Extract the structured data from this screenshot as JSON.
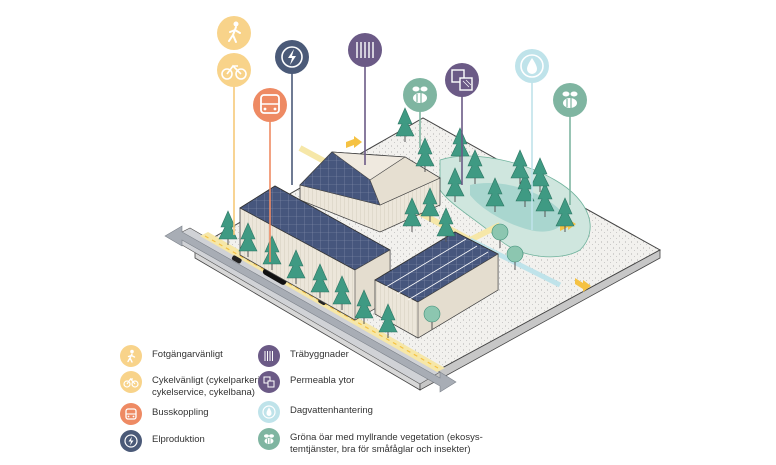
{
  "colors": {
    "pedestrian": "#f8d38a",
    "bike": "#f8d38a",
    "bus": "#ee8a63",
    "energy": "#4b5a78",
    "timber": "#6b5a86",
    "permeable": "#6b5a86",
    "stormwater": "#bfe3ea",
    "greenery": "#7fb5a1",
    "solar": "#46567d",
    "wood": "#e9e2d3",
    "tree": "#3f9a83",
    "path": "#f6e7a8",
    "arrow": "#f5c243",
    "road": "#9aa0a8"
  },
  "legend": [
    {
      "icon": "pedestrian-icon",
      "color_key": "pedestrian",
      "lines": [
        "Fotgängarvänligt"
      ]
    },
    {
      "icon": "bicycle-icon",
      "color_key": "bike",
      "lines": [
        "Cykelvänligt (cykelparkering,",
        "cykelservice, cykelbana)"
      ]
    },
    {
      "icon": "bus-icon",
      "color_key": "bus",
      "lines": [
        "Busskoppling"
      ]
    },
    {
      "icon": "lightning-icon",
      "color_key": "energy",
      "lines": [
        "Elproduktion"
      ]
    },
    {
      "icon": "timber-icon",
      "color_key": "timber",
      "lines": [
        "Träbyggnader"
      ]
    },
    {
      "icon": "permeable-surface-icon",
      "color_key": "permeable",
      "lines": [
        "Permeabla ytor"
      ]
    },
    {
      "icon": "water-drop-icon",
      "color_key": "stormwater",
      "lines": [
        "Dagvattenhantering"
      ]
    },
    {
      "icon": "bee-icon",
      "color_key": "greenery",
      "lines": [
        "Gröna öar med myllrande vegetation (ekosys-",
        "temtjänster, bra för småfåglar och insekter)"
      ]
    }
  ]
}
